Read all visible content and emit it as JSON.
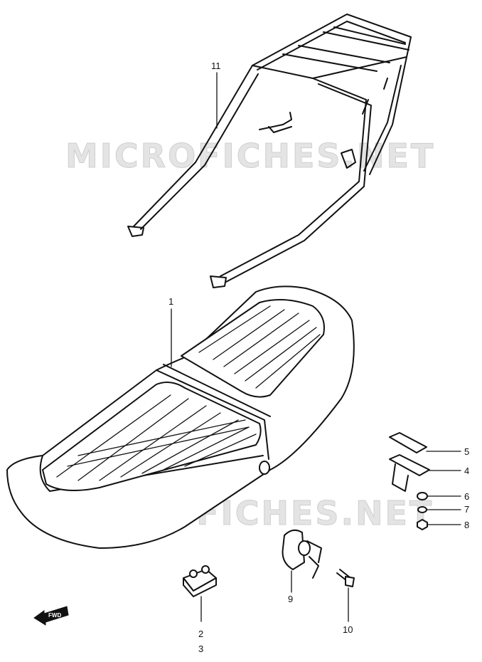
{
  "watermark": "MICROFICHES.NET",
  "fwd_label": "FWD",
  "parts": [
    {
      "id": "1",
      "name": "seat"
    },
    {
      "id": "2",
      "name": "cushion"
    },
    {
      "id": "3",
      "name": "cushion"
    },
    {
      "id": "4",
      "name": "seat-hook"
    },
    {
      "id": "5",
      "name": "hook-plate"
    },
    {
      "id": "6",
      "name": "washer"
    },
    {
      "id": "7",
      "name": "spring-washer"
    },
    {
      "id": "8",
      "name": "nut"
    },
    {
      "id": "9",
      "name": "seat-lock"
    },
    {
      "id": "10",
      "name": "screw"
    },
    {
      "id": "11",
      "name": "rear-carrier"
    }
  ]
}
